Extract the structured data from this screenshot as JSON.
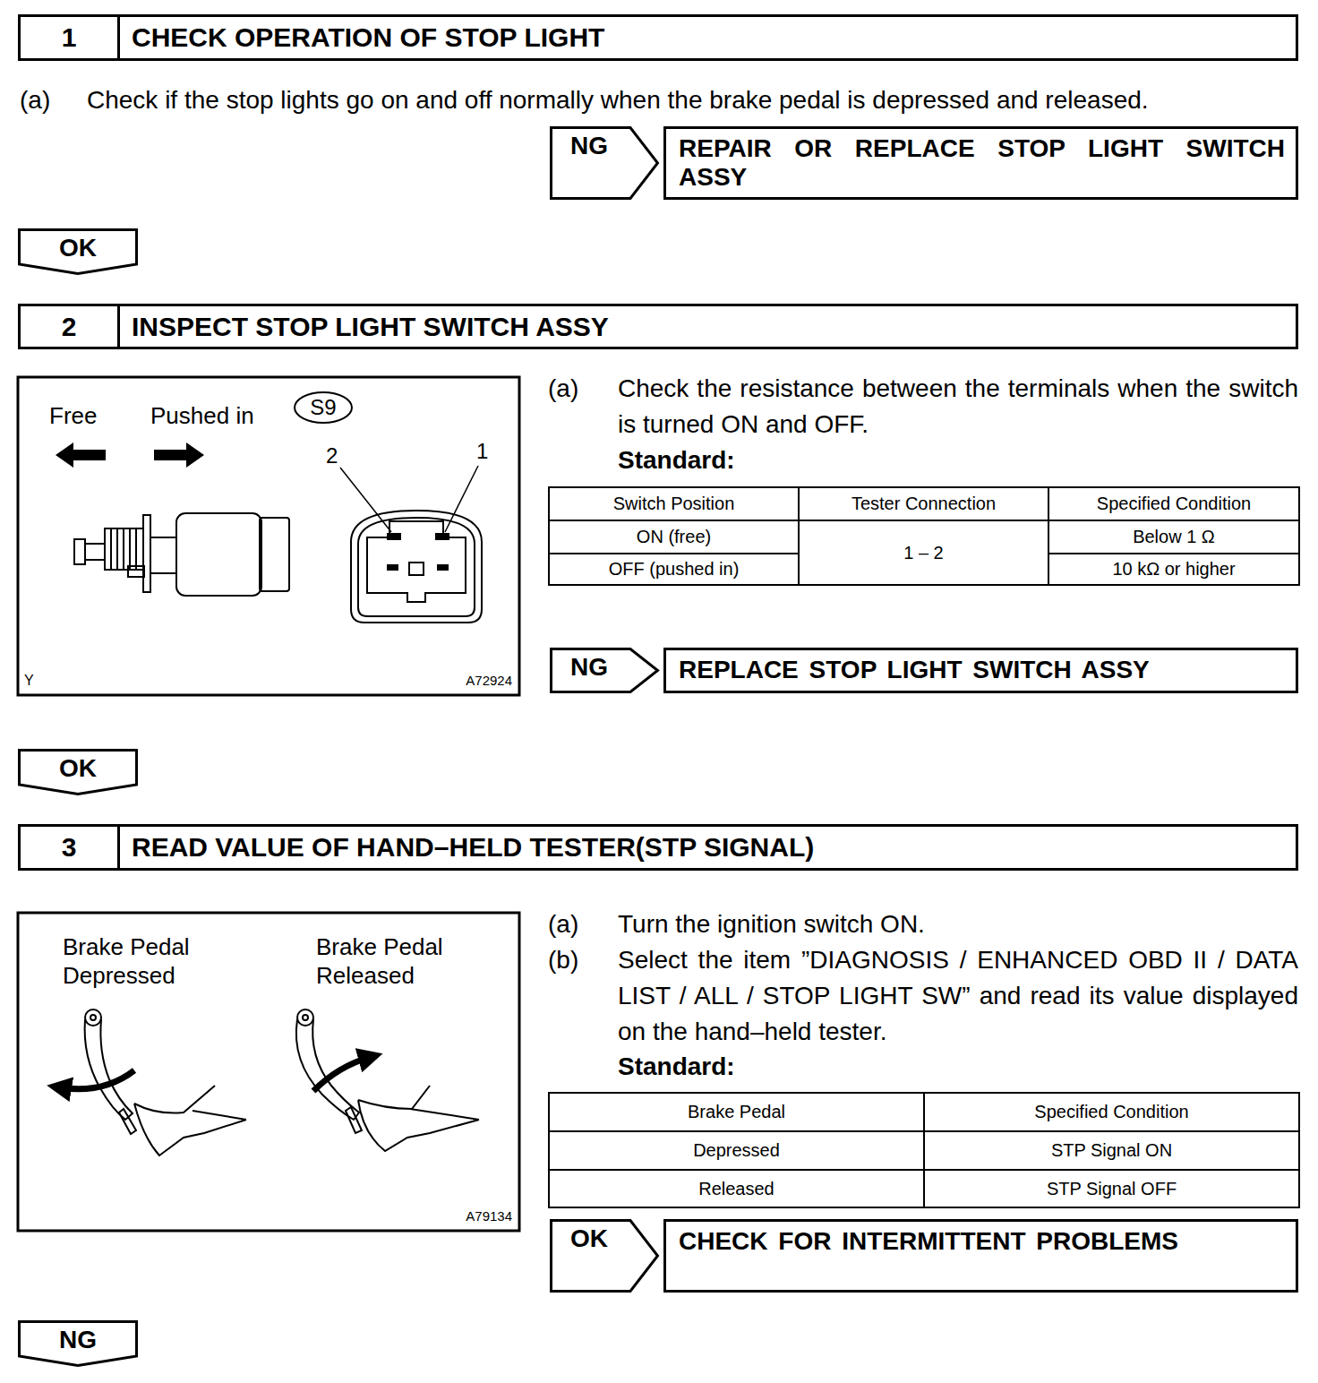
{
  "diagram": {
    "nodes": [
      {
        "text": [
          "1",
          "CHECK OPERATION OF STOP LIGHT"
        ]
      },
      {
        "text": [
          "NG"
        ]
      },
      {
        "text": [
          "REPAIR OR REPLACE STOP LIGHT SWITCH ASSY"
        ]
      },
      {
        "text": [
          "OK"
        ]
      },
      {
        "text": [
          "2",
          "INSPECT STOP LIGHT SWITCH ASSY"
        ]
      },
      {
        "text": [
          "S9"
        ]
      },
      {
        "text": [
          "NG"
        ]
      },
      {
        "text": [
          "REPLACE STOP LIGHT SWITCH ASSY"
        ]
      },
      {
        "text": [
          "OK"
        ]
      },
      {
        "text": [
          "3",
          "READ VALUE OF HAND–HELD TESTER(STP SIGNAL)"
        ]
      },
      {
        "text": [
          "OK"
        ]
      },
      {
        "text": [
          "CHECK FOR INTERMITTENT PROBLEMS"
        ]
      },
      {
        "text": [
          "NG"
        ]
      }
    ],
    "labels": [
      "(a)",
      "Check if the stop lights go on and off normally when the brake pedal is depressed and released.",
      "Free",
      "Pushed in",
      "2",
      "1",
      "Y",
      "A72924",
      "(a)",
      "Check the resistance between the terminals when the switch is turned ON and OFF.",
      "Standard:",
      "Switch Position",
      "Tester Connection",
      "Specified Condition",
      "ON (free)",
      "1 – 2",
      "Below 1 Ω",
      "OFF (pushed in)",
      "10 kΩ or higher",
      "Brake Pedal Depressed",
      "Brake Pedal Released",
      "A79134",
      "(a)",
      "Turn the ignition switch ON.",
      "(b)",
      "Select the item ”DIAGNOSIS / ENHANCED OBD II / DATA LIST / ALL / STOP LIGHT SW” and read its value displayed on the hand–held tester.",
      "Standard:",
      "Brake Pedal",
      "Specified Condition",
      "Depressed",
      "STP Signal ON",
      "Released",
      "STP Signal OFF"
    ]
  }
}
